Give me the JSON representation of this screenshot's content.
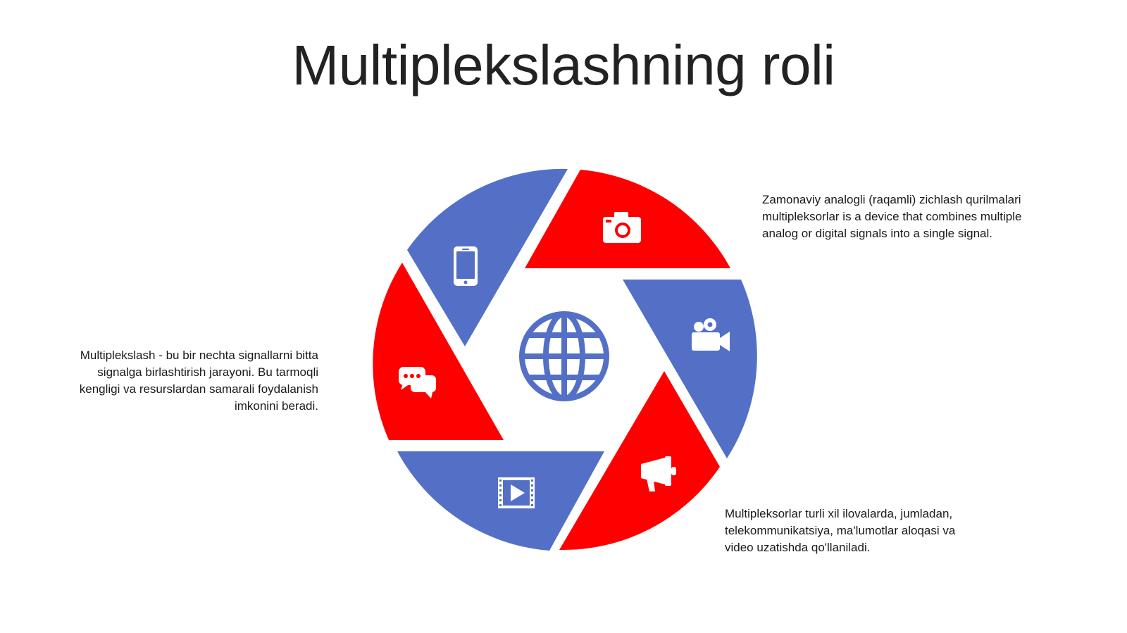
{
  "slide": {
    "title": "Multiplekslashning roli"
  },
  "diagram": {
    "colors": {
      "blue": "#5470c6",
      "red": "#ff0000",
      "icon": "#ffffff",
      "globe": "#5470c6"
    },
    "segments": [
      {
        "id": "top-left",
        "color": "blue",
        "icon": "smartphone-icon"
      },
      {
        "id": "top-right",
        "color": "red",
        "icon": "camera-icon"
      },
      {
        "id": "right",
        "color": "blue",
        "icon": "video-camera-icon"
      },
      {
        "id": "bottom-right",
        "color": "red",
        "icon": "megaphone-icon"
      },
      {
        "id": "bottom-left",
        "color": "blue",
        "icon": "video-play-icon"
      },
      {
        "id": "left",
        "color": "red",
        "icon": "chat-bubbles-icon"
      }
    ],
    "center_icon": "globe-icon"
  },
  "texts": {
    "left": "Multiplekslash - bu bir nechta signallarni bitta signalga birlashtirish jarayoni. Bu tarmoqli kengligi va resurslardan samarali foydalanish imkonini beradi.",
    "top_right": "Zamonaviy analogli (raqamli) zichlash qurilmalari multipleksorlar is a device that combines multiple analog or digital signals into a single signal.",
    "bottom_right": "Multipleksorlar turli xil ilovalarda, jumladan, telekommunikatsiya, ma'lumotlar aloqasi va video uzatishda qo'llaniladi."
  }
}
